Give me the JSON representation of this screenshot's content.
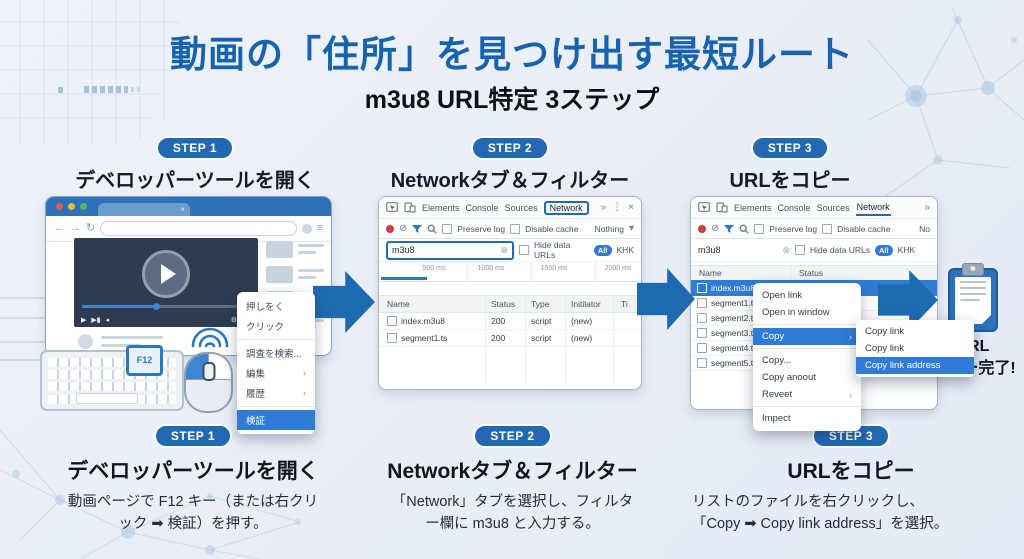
{
  "header": {
    "title": "動画の「住所」を見つけ出す最短ルート",
    "subtitle": "m3u8 URL特定 3ステップ"
  },
  "steps": [
    {
      "badge": "STEP 1",
      "title": "デベロッパーツールを開く",
      "desc1": "動画ページで F12 キー（または右クリ",
      "desc2": "ック ➡ 検証）を押す。"
    },
    {
      "badge": "STEP 2",
      "title": "Networkタブ＆フィルター",
      "desc1": "「Network」タブを選択し、フィルタ",
      "desc2": "ー欄に m3u8 と入力する。"
    },
    {
      "badge": "STEP 3",
      "title": "URLをコピー",
      "desc1": "リストのファイルを右クリックし、",
      "desc2": "「Copy ➡ Copy link address」を選択。"
    }
  ],
  "browser": {
    "f12_key": "F12",
    "menu": {
      "i1": "押しをく",
      "i2": "クリック",
      "i3": "調査を検索...",
      "i4": "編集",
      "i5": "履歴",
      "inspect": "検証"
    }
  },
  "devtools2": {
    "tabs": [
      "Elements",
      "Console",
      "Sources",
      "Network"
    ],
    "preserve_log": "Preserve log",
    "disable_cache": "Disable cache",
    "throttle": "Nothing",
    "filter": "m3u8",
    "hide_data_urls": "Hide data URLs",
    "all": "All",
    "khk": "KHK",
    "timeline": [
      "500 ms",
      "1000 ms",
      "1500 ms",
      "2000 ms"
    ],
    "cols": [
      "Name",
      "Status",
      "Type",
      "Initilator",
      "Ti"
    ],
    "rows": [
      {
        "name": "index.m3u8",
        "status": "200",
        "type": "script",
        "init": "(new)"
      },
      {
        "name": "segment1.ts",
        "status": "200",
        "type": "script",
        "init": "(new)"
      }
    ]
  },
  "devtools3": {
    "tabs": [
      "Elements",
      "Console",
      "Sources",
      "Network"
    ],
    "preserve_log": "Preserve log",
    "disable_cache": "Disable cache",
    "throttle": "No",
    "filter": "m3u8",
    "hide_data_urls": "Hide data URLs",
    "all": "All",
    "khk": "KHK",
    "cols": [
      "Name",
      "Status"
    ],
    "files": [
      "index.m3u8",
      "segment1.ts",
      "segment2.ts",
      "segment3.ts",
      "segment4.ts",
      "segment5.ts"
    ],
    "menu": {
      "open_link": "Open link",
      "open_window": "Open in window",
      "copy": "Copy",
      "copy_dots": "Copy...",
      "copy_anoout": "Copy anoout",
      "reveet": "Reveet",
      "impect": "Impect"
    },
    "submenu": [
      "Copy link",
      "Copy link",
      "Copy link address"
    ]
  },
  "clipboard": {
    "line1": "URL",
    "line2": "コピー完了!"
  },
  "icons": {
    "close": "×",
    "back": "←",
    "forward": "→",
    "reload": "↻",
    "menu": "≡",
    "overflow": "»",
    "kebab": "⋮",
    "clear": "⊗",
    "block": "⊘",
    "caret": "▾",
    "submenu": "›",
    "play": "▶",
    "skip": "▶▮",
    "volume": "◂",
    "gear": "⚙"
  },
  "colors": {
    "accent": "#2268b2",
    "highlight": "#2f7cd6",
    "title_blue": "#1763af",
    "arrow_blue": "#1e6ab1"
  }
}
